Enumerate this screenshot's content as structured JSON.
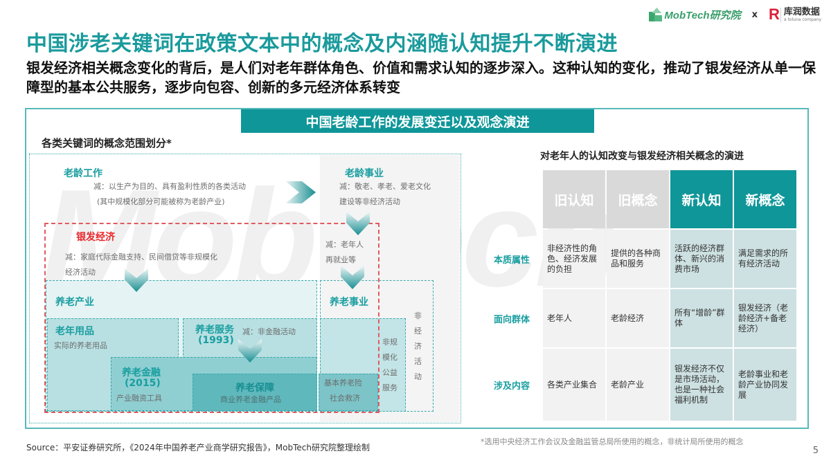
{
  "header": {
    "logo_mobtech": "MobTech研究院",
    "times": "x",
    "logo_kr_mark": "R",
    "logo_kr_cn": "库润数据",
    "logo_kr_en": "a toluna company"
  },
  "title": "中国涉老关键词在政策文本中的概念及内涵随认知提升不断演进",
  "subtitle": "银发经济相关概念变化的背后，是人们对老年群体角色、价值和需求认知的逐步深入。这种认知的变化，推动了银发经济从单一保障型的基本公共服务，逐步向包容、创新的多元经济体系转变",
  "banner": "中国老龄工作的发展变迁以及观念演进",
  "watermark": "MobTech",
  "left_diagram": {
    "heading": "各类关键词的概念范围划分*",
    "aging_work": {
      "label": "老龄工作",
      "desc1": "减：以生产为目的、具有盈利性质的各类活动",
      "desc2": "(其中规模化部分可能被称为老龄产业)"
    },
    "aging_affairs": {
      "label": "老龄事业",
      "desc1": "减：敬老、孝老、爱老文化",
      "desc2": "建设等非经济活动"
    },
    "silver_economy": {
      "label": "银发经济",
      "desc1": "减：家庭代际金融支持、民间借贷等非规模化",
      "desc2": "经济活动"
    },
    "reemployment": {
      "desc1": "减：老年人",
      "desc2": "再就业等"
    },
    "elderly_industry": {
      "label": "养老产业"
    },
    "elderly_affairs": {
      "label": "养老事业"
    },
    "elderly_goods": {
      "label": "老年用品",
      "desc": "实际的养老用品"
    },
    "elderly_service": {
      "label": "养老服务",
      "year": "(1993)",
      "desc": "减：非金融活动"
    },
    "elderly_finance": {
      "label": "养老金融",
      "year": "(2015)",
      "desc": "产业融资工具"
    },
    "elderly_security": {
      "label": "养老保障",
      "desc": "商业养老金融产品"
    },
    "basic_pension": {
      "line1": "基本养老险",
      "line2": "社会救济"
    },
    "non_scale_welfare": "非规模化公益服务",
    "non_economic": "非经济活动"
  },
  "right_table": {
    "title": "对老年人的认知改变与银发经济相关概念的演进",
    "headers": [
      "旧认知",
      "旧概念",
      "新认知",
      "新概念"
    ],
    "rows": [
      {
        "label": "本质属性",
        "cells": [
          "非经济性的角色、经济发展的负担",
          "提供的各种商品和服务",
          "活跃的经济群体、新兴的消费市场",
          "满足需求的所有经济活动"
        ]
      },
      {
        "label": "面向群体",
        "cells": [
          "老年人",
          "老龄经济",
          "所有“增龄”群体",
          "银发经济（老龄经济+备老经济）"
        ]
      },
      {
        "label": "涉及内容",
        "cells": [
          "各类产业集合",
          "老龄产业",
          "银发经济不仅是市场活动，也是一种社会福利机制",
          "老龄事业和老龄产业协同发展"
        ]
      }
    ]
  },
  "footer": {
    "source": "Source：平安证券研究所，《2024年中国养老产业商学研究报告》，MobTech研究院整理绘制",
    "note": "*选用中央经济工作会议及金融监管总局所使用的概念，非统计局所使用的概念",
    "page": "5"
  },
  "colors": {
    "teal": "#0f9699",
    "teal_text": "#199ea0",
    "red_dash": "#e05a5e",
    "old_header": "#d9d9d9",
    "new_cell": "#cde0e2"
  }
}
